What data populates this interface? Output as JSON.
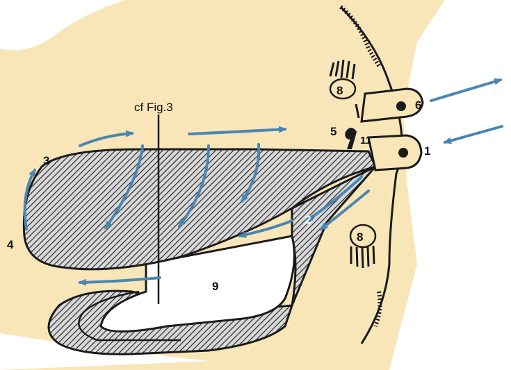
{
  "figure": {
    "reference_label": "cf Fig.3",
    "labels": {
      "l1": "1",
      "l2": "2",
      "l3": "3",
      "l4": "4",
      "l5": "5",
      "l6": "6",
      "l8a": "8",
      "l8b": "8",
      "l9": "9",
      "l11": "11"
    }
  },
  "colors": {
    "background": "#f8e6b8",
    "arrow": "#4a86b4",
    "outline": "#1a1a1a",
    "hatch": "#333333"
  }
}
